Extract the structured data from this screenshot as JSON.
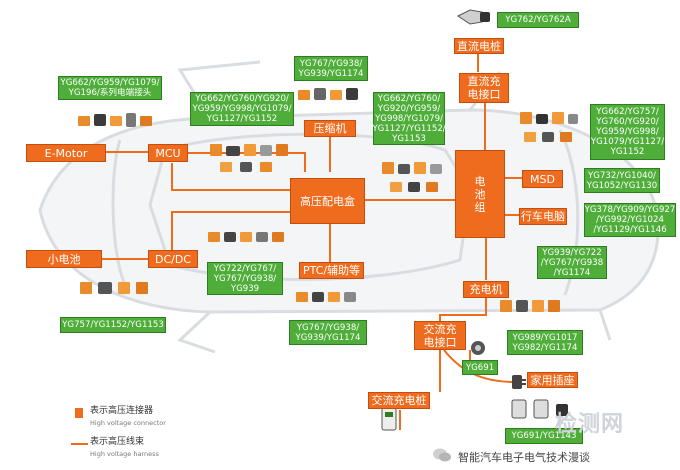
{
  "diagram": {
    "blocks": {
      "e_motor": "E-Motor",
      "mcu": "MCU",
      "compressor": "压缩机",
      "hv_box": "高压配电盒",
      "battery": "电\n池\n组",
      "msd": "MSD",
      "heater": "行车电脑",
      "dcdc": "DC/DC",
      "small_battery": "小电池",
      "ptc": "PTC/辅助等",
      "charger": "充电机",
      "dc_charge_port": "直流充\n电接口",
      "dc_pile": "直流电桩",
      "ac_charge_port": "交流充\n电接口",
      "ac_pile": "交流充电桩",
      "home_socket": "家用插座"
    },
    "labels": {
      "yg_top": "YG762/YG762A",
      "yg_compressor": "YG767/YG938/\nYG939/YG1174",
      "yg_motor": "YG662/YG959/YG1079/\nYG196/系列电端接头",
      "yg_mcu": "YG662/YG760/YG920/\nYG959/YG998/YG1079/\nYG1127/YG1152",
      "yg_hvbox": "YG662/YG760/\nYG920/YG959/\nYG998/YG1079/\nYG1127/YG1152/\nYG1153",
      "yg_right1": "YG662/YG757/\nYG760/YG920/\nYG959/YG998/\nYG1079/YG1127/\nYG1152",
      "yg_msd": "YG732/YG1040/\nYG1052/YG1130",
      "yg_heater": "YG378/YG909/YG927\n/YG992/YG1024\n/YG1129/YG1146",
      "yg_dcdc": "YG722/YG767/\nYG767/YG938/\nYG939",
      "yg_charger": "YG939/YG722\n/YG767/YG938\n/YG1174",
      "yg_small_battery": "YG757/YG1152/YG1153",
      "yg_ptc": "YG767/YG938/\nYG939/YG1174",
      "yg_ac_port": "YG989/YG1017\nYG982/YG1174",
      "yg_home": "YG691",
      "yg_bottom": "YG691/YG1143"
    }
  },
  "legend": {
    "connector_cn": "表示高压连接器",
    "connector_en": "High voltage connector",
    "harness_cn": "表示高压线束",
    "harness_en": "High voltage harness"
  },
  "watermark": "检测网",
  "footer": "智能汽车电子电气技术漫谈",
  "colors": {
    "orange": "#ef6c1f",
    "green": "#4fae3a"
  }
}
